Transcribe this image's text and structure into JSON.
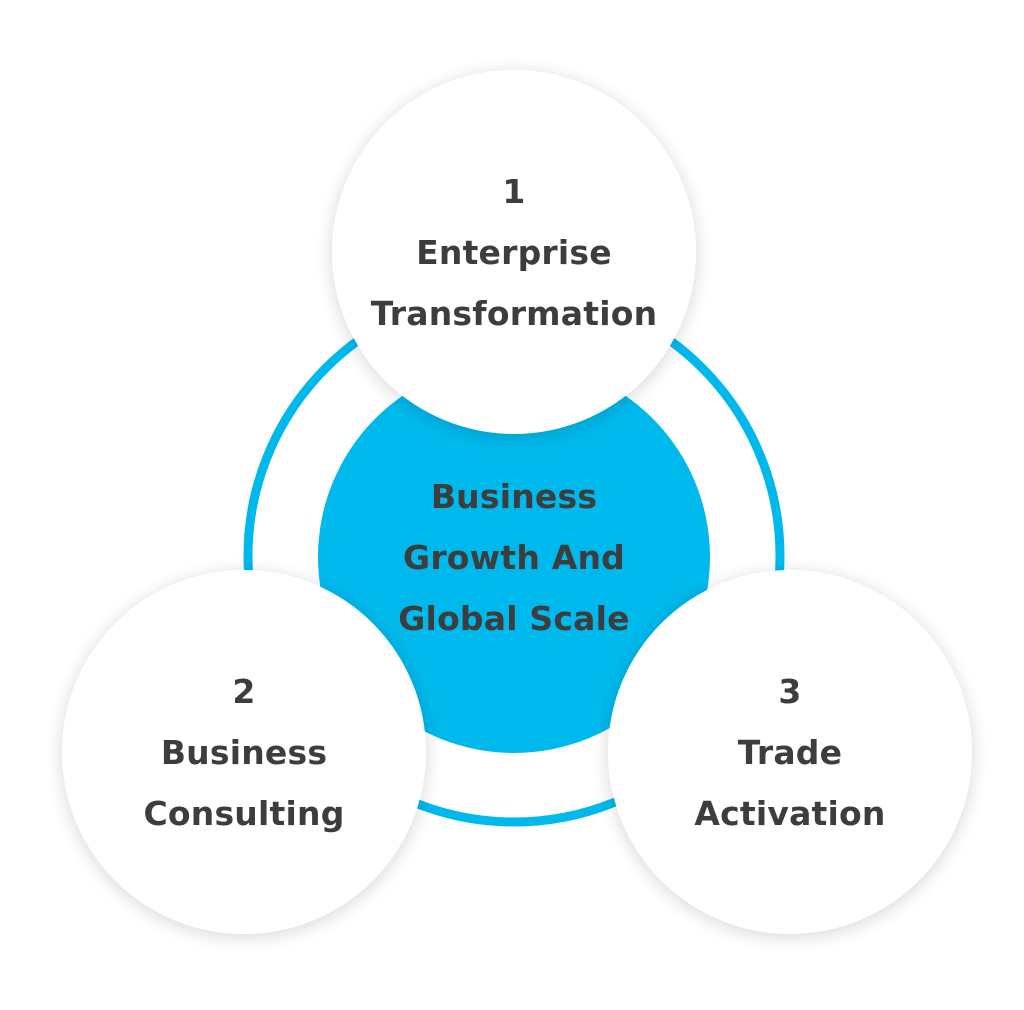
{
  "colors": {
    "accent": "#00b9ec",
    "node_fill": "#ffffff",
    "text": "#3d3d3d"
  },
  "center": {
    "lines": [
      "Business",
      "Growth And",
      "Global Scale"
    ]
  },
  "nodes": [
    {
      "number": "1",
      "lines": [
        "Enterprise",
        "Transformation"
      ]
    },
    {
      "number": "2",
      "lines": [
        "Business",
        "Consulting"
      ]
    },
    {
      "number": "3",
      "lines": [
        "Trade",
        "Activation"
      ]
    }
  ]
}
